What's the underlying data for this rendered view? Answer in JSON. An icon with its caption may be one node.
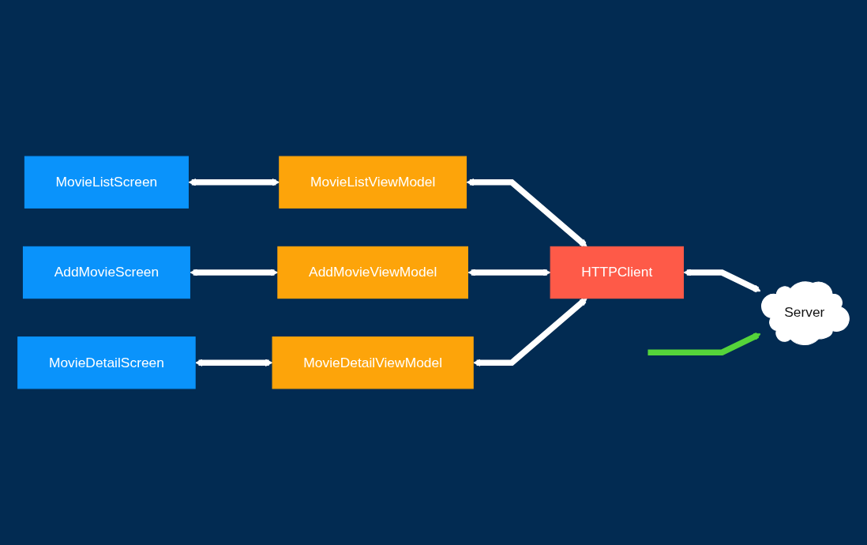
{
  "diagram": {
    "nodes": [
      {
        "text": [
          "MovieListScreen"
        ]
      },
      {
        "text": [
          "MovieListViewModel"
        ]
      },
      {
        "text": [
          "HTTPClient"
        ]
      },
      {
        "text": [
          "Server"
        ]
      },
      {
        "text": [
          "AddMovieScreen"
        ]
      },
      {
        "text": [
          "AddMovieViewModel"
        ]
      },
      {
        "text": [
          "MovieDetailScreen"
        ]
      },
      {
        "text": [
          "MovieDetailViewModel"
        ]
      }
    ],
    "edges": [
      {
        "from": 0,
        "to": 1,
        "arrow": "both"
      },
      {
        "from": 1,
        "to": 2,
        "arrow": "both"
      },
      {
        "from": 4,
        "to": 5,
        "arrow": "both"
      },
      {
        "from": 5,
        "to": 2,
        "arrow": "both"
      },
      {
        "from": 2,
        "to": 3,
        "arrow": "both"
      },
      {
        "from": 6,
        "to": 7,
        "arrow": "both"
      },
      {
        "from": 7,
        "to": 2,
        "arrow": "both"
      },
      {
        "from": null,
        "to": 3,
        "arrow": "to",
        "color": "#55d43a"
      }
    ]
  }
}
